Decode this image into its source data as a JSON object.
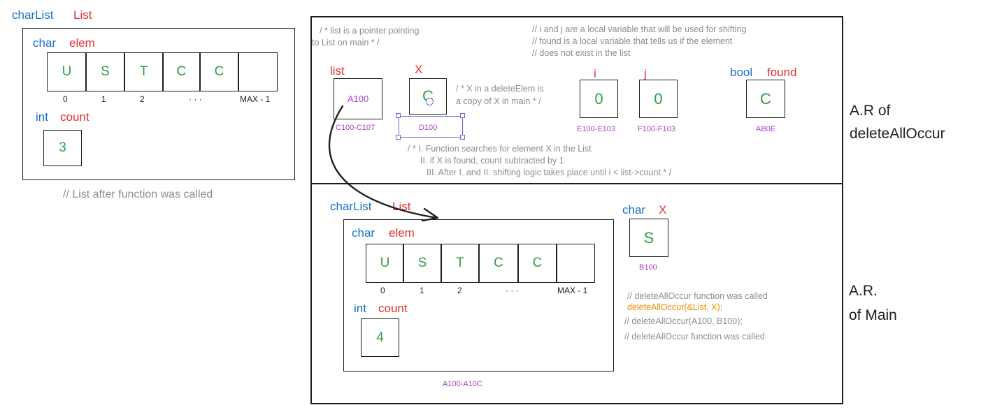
{
  "left_list": {
    "type_label": "charList",
    "var_label": "List",
    "elem_type": "char",
    "elem_name": "elem",
    "cells": [
      "U",
      "S",
      "T",
      "C",
      "C",
      ""
    ],
    "indices": [
      "0",
      "1",
      "2",
      "· · ·",
      "MAX - 1"
    ],
    "count_type": "int",
    "count_name": "count",
    "count_value": "3",
    "caption": "// List after function was called"
  },
  "delete_frame": {
    "comment_list": [
      "/ * list is a pointer pointing",
      "to List on main * /"
    ],
    "comment_vars": [
      "// i and j are a local variable that will be used for shifting",
      "// found is a local variable that tells us if the element",
      "// does not exist in the list"
    ],
    "list_label": "list",
    "list_value": "A100",
    "list_addr": "C100-C107",
    "x_label": "X",
    "x_value": "C",
    "x_addr": "D100",
    "comment_x": [
      "/ * X in a deleteElem is",
      "a copy of X in main * /"
    ],
    "i_label": "i",
    "i_value": "0",
    "i_addr": "E100-E103",
    "j_label": "j",
    "j_value": "0",
    "j_addr": "F100-F103",
    "found_type": "bool",
    "found_name": "found",
    "found_value": "C",
    "found_addr": "AB0E",
    "comment_logic": [
      "/ * I. Function searches for element X in the List",
      "II. if X is found, count subtracted by 1",
      "III. After I. and II. shifting logic takes place until i < list->count   * /"
    ],
    "side_label": [
      "A.R of",
      "deleteAllOccur"
    ]
  },
  "main_frame": {
    "type_label": "charList",
    "var_label": "List",
    "elem_type": "char",
    "elem_name": "elem",
    "cells": [
      "U",
      "S",
      "T",
      "C",
      "C",
      ""
    ],
    "indices": [
      "0",
      "1",
      "2",
      "· · ·",
      "MAX - 1"
    ],
    "count_type": "int",
    "count_name": "count",
    "count_value": "4",
    "list_addr": "A100-A10C",
    "x_type": "char",
    "x_name": "X",
    "x_value": "S",
    "x_addr": "B100",
    "comment_call_1": "// deleteAllOccur function was called",
    "call_code": "deleteAllOccur(&List, X);",
    "comment_call_2": "// deleteAllOccur(A100, B100);",
    "comment_call_3": "// deleteAllOccur function was called",
    "side_label": [
      "A.R.",
      "of Main"
    ]
  },
  "colors": {
    "type": "#1971c2",
    "name": "#e03131",
    "value": "#2f9e44",
    "address": "#ae3ec9",
    "comment": "#868e96",
    "code": "#f08c00",
    "selection": "#6965db"
  }
}
